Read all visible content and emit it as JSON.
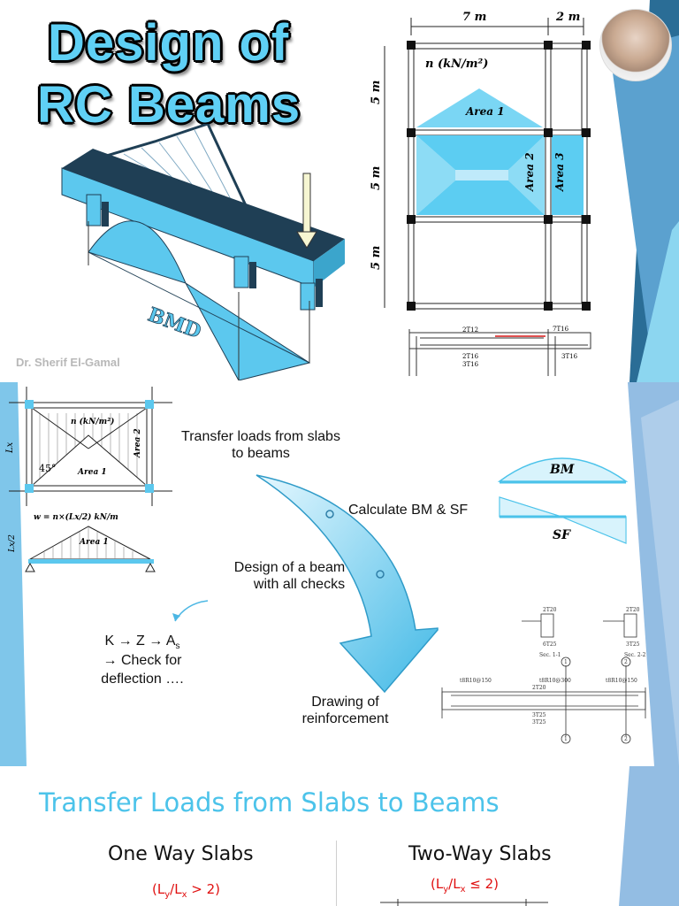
{
  "panel1": {
    "title_line1": "Design of",
    "title_line2": "RC Beams",
    "author": "Dr. Sherif El-Gamal",
    "bmd_label": "BMD",
    "plan": {
      "dim_top_left": "7 m",
      "dim_top_right": "2 m",
      "dim_left_1": "5 m",
      "dim_left_2": "5 m",
      "dim_left_3": "5 m",
      "load_label": "n (kN/m²)",
      "area1": "Area 1",
      "area2": "Area 2",
      "area3": "Area 3"
    },
    "section": {
      "top_bar_left": "2T12",
      "top_bar_right": "7T16",
      "bottom_bar_1": "2T16",
      "bottom_bar_2": "3T16",
      "bottom_bar_right": "3T16"
    }
  },
  "panel2": {
    "slab": {
      "load_label": "n (kN/m²)",
      "area1": "Area 1",
      "area2": "Area 2",
      "angle": "45°",
      "span_label": "Lx",
      "half_span": "Lx/2",
      "w_formula": "w = n×(Lx/2) kN/m",
      "beam_area": "Area 1"
    },
    "step1": "Transfer loads from slabs to beams",
    "step2": "Calculate BM & SF",
    "step3_line1": "Design of a beam",
    "step3_line2": "with all checks",
    "formula_line1": "K → Z → A",
    "formula_sub": "s",
    "formula_line2": "→ Check for",
    "formula_line3": "deflection ….",
    "step4_line1": "Drawing of",
    "step4_line2": "reinforcement",
    "bm_label": "BM",
    "sf_label": "SF",
    "drawing": {
      "sec1_top": "2T20",
      "sec1_bot": "6T25",
      "sec1_name": "Sec. 1-1",
      "sec2_top": "2T20",
      "sec2_bot": "3T25",
      "sec2_name": "Sec. 2-2",
      "main_top": "2T20",
      "main_bot1": "3T25",
      "main_bot2": "3T25",
      "stirrups_left": "t8R10@150",
      "stirrups_mid": "t8R10@300",
      "stirrups_right": "t8R10@150",
      "marker1": "1",
      "marker2": "2"
    }
  },
  "panel3": {
    "section_title": "Transfer Loads from Slabs to Beams",
    "left_title": "One Way Slabs",
    "left_condition": "(Ly/Lx > 2)",
    "right_title": "Two-Way Slabs",
    "right_condition": "(Ly/Lx ≤ 2)"
  },
  "colors": {
    "accent": "#4cc3ea",
    "beam_light": "#5cc8ee",
    "beam_dark": "#1f3f55",
    "deco_blue": "#93bde3",
    "condition_red": "#e01010"
  }
}
